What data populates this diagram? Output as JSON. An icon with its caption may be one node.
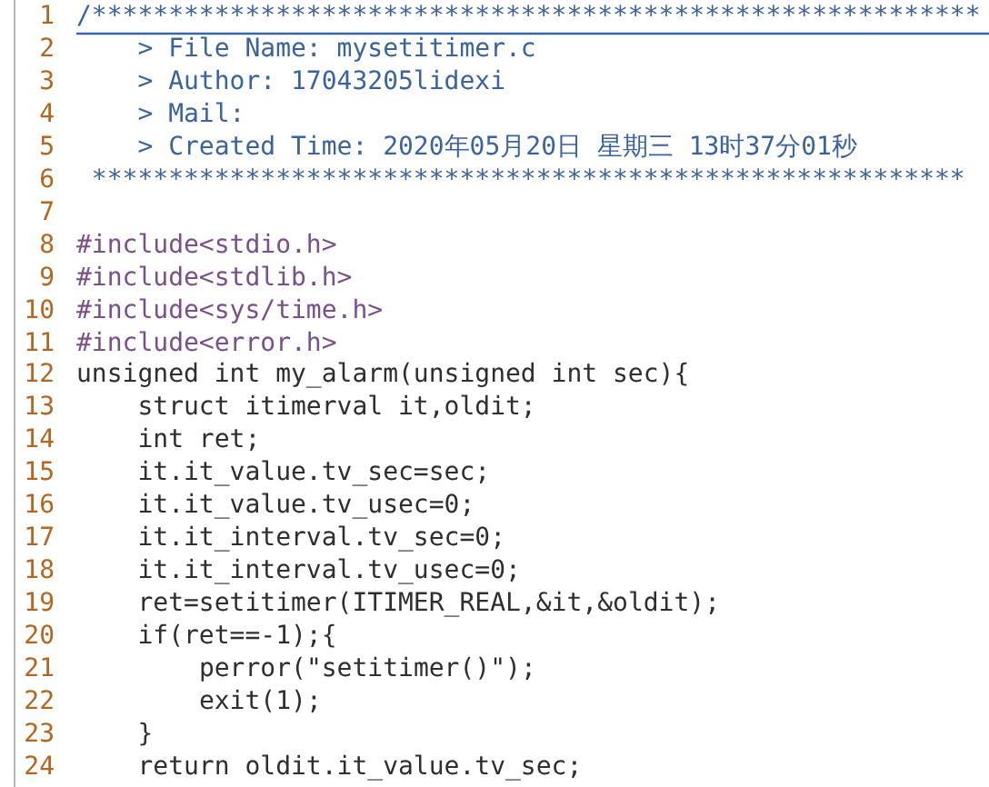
{
  "diagram": {
    "labels": [
      "1",
      "/**********************************************************",
      "2",
      "> File Name: mysetitimer.c",
      "3",
      "> Author: 17043205lidexi",
      "4",
      "> Mail:",
      "5",
      "> Created Time: 2020年05月20日 星期三 13时37分01秒",
      "6",
      "*********************************************************",
      "7",
      "8",
      "#include<stdio.h>",
      "9",
      "#include<stdlib.h>",
      "10",
      "#include<sys/time.h>",
      "11",
      "#include<error.h>",
      "12",
      "unsigned int my_alarm(unsigned int sec){",
      "13",
      "struct itimerval it,oldit;",
      "14",
      "int ret;",
      "15",
      "it.it_value.tv_sec=sec;",
      "16",
      "it.it_value.tv_usec=0;",
      "17",
      "it.it_interval.tv_sec=0;",
      "18",
      "it.it_interval.tv_usec=0;",
      "19",
      "ret=setitimer(ITIMER_REAL,&it,&oldit);",
      "20",
      "if(ret==-1);{",
      "21",
      "perror(\"setitimer()\");",
      "22",
      "exit(1);",
      "23",
      "}",
      "24",
      "return oldit.it_value.tv_sec;"
    ]
  }
}
